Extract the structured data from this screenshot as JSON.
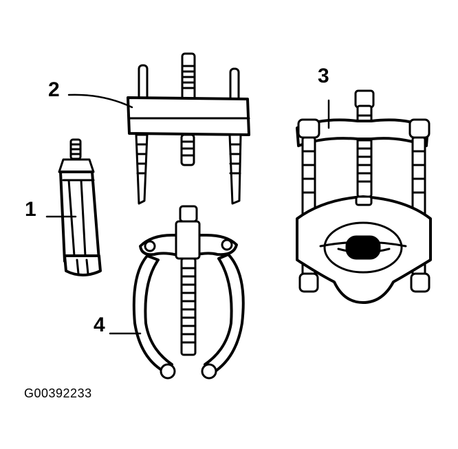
{
  "callouts": {
    "tool_1": "1",
    "tool_2": "2",
    "tool_3": "3",
    "tool_4": "4"
  },
  "figure_id": "G00392233"
}
